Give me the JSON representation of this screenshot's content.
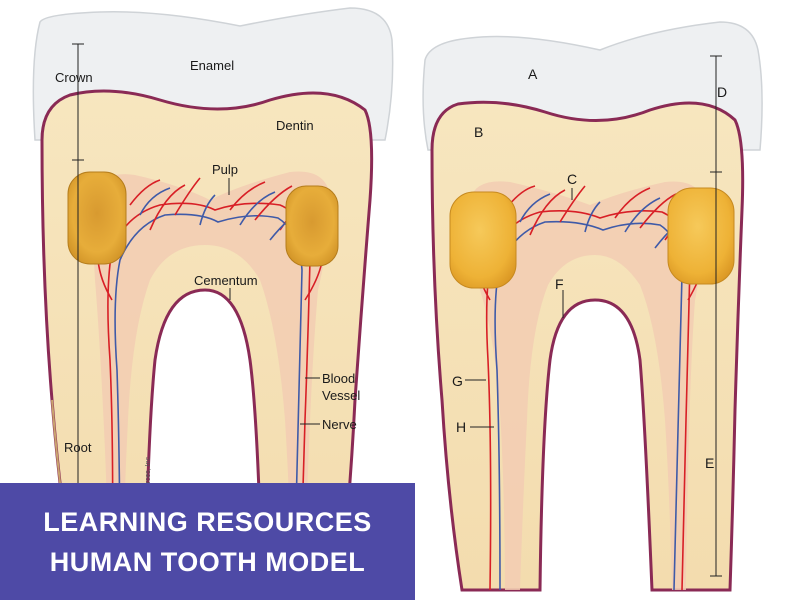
{
  "left_tooth": {
    "labels": {
      "crown": "Crown",
      "enamel": "Enamel",
      "dentin": "Dentin",
      "pulp": "Pulp",
      "cementum": "Cementum",
      "blood_vessel_1": "Blood",
      "blood_vessel_2": "Vessel",
      "nerve": "Nerve",
      "root": "Root",
      "copyright": "© Learning Resources, Inc."
    }
  },
  "right_tooth": {
    "labels": {
      "a": "A",
      "b": "B",
      "c": "C",
      "d": "D",
      "e": "E",
      "f": "F",
      "g": "G",
      "h": "H"
    }
  },
  "banner": {
    "line1": "LEARNING RESOURCES",
    "line2": "HUMAN TOOTH MODEL"
  },
  "colors": {
    "enamel": "#eef0f2",
    "dentin": "#f6e3bc",
    "pulp": "#f3cdb5",
    "outline": "#8a2a55",
    "artery": "#d81f26",
    "vein": "#3f5aa8",
    "magnet": "#f0b73a",
    "banner": "#4e4aa6"
  }
}
